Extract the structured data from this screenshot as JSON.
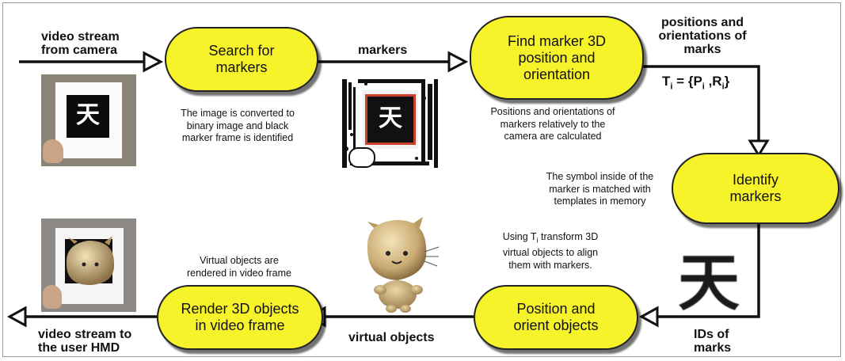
{
  "steps": {
    "search": "Search for\nmarkers",
    "find": "Find marker 3D\nposition and\norientation",
    "identify": "Identify\nmarkers",
    "position": "Position and\norient objects",
    "render": "Render 3D objects\nin video frame"
  },
  "arrow_labels": {
    "input": "video stream\nfrom camera",
    "markers": "markers",
    "positions": "positions and\norientations of\nmarks",
    "ids": "IDs of\nmarks",
    "virtual": "virtual objects",
    "output": "video stream to\nthe user HMD"
  },
  "formula": {
    "lhs": "T",
    "lhs_sub": "i",
    "rhs": " = {P",
    "p_sub": "i",
    "sep": " ,R",
    "r_sub": "i",
    "close": "}"
  },
  "notes": {
    "search": "The image is converted to\nbinary image and black\nmarker frame is identified",
    "find": "Positions and orientations of\nmarkers relatively to the\ncamera are calculated",
    "identify": "The symbol inside of the\nmarker is matched with\ntemplates in memory",
    "transform_prefix": "Using T",
    "transform_sub": "i",
    "transform_rest": " transform 3D\nvirtual objects to align\nthem with markers.",
    "render": "Virtual objects are\nrendered in video frame"
  },
  "symbol": "天",
  "colors": {
    "pill": "#f7f32a",
    "stroke": "#111111"
  }
}
